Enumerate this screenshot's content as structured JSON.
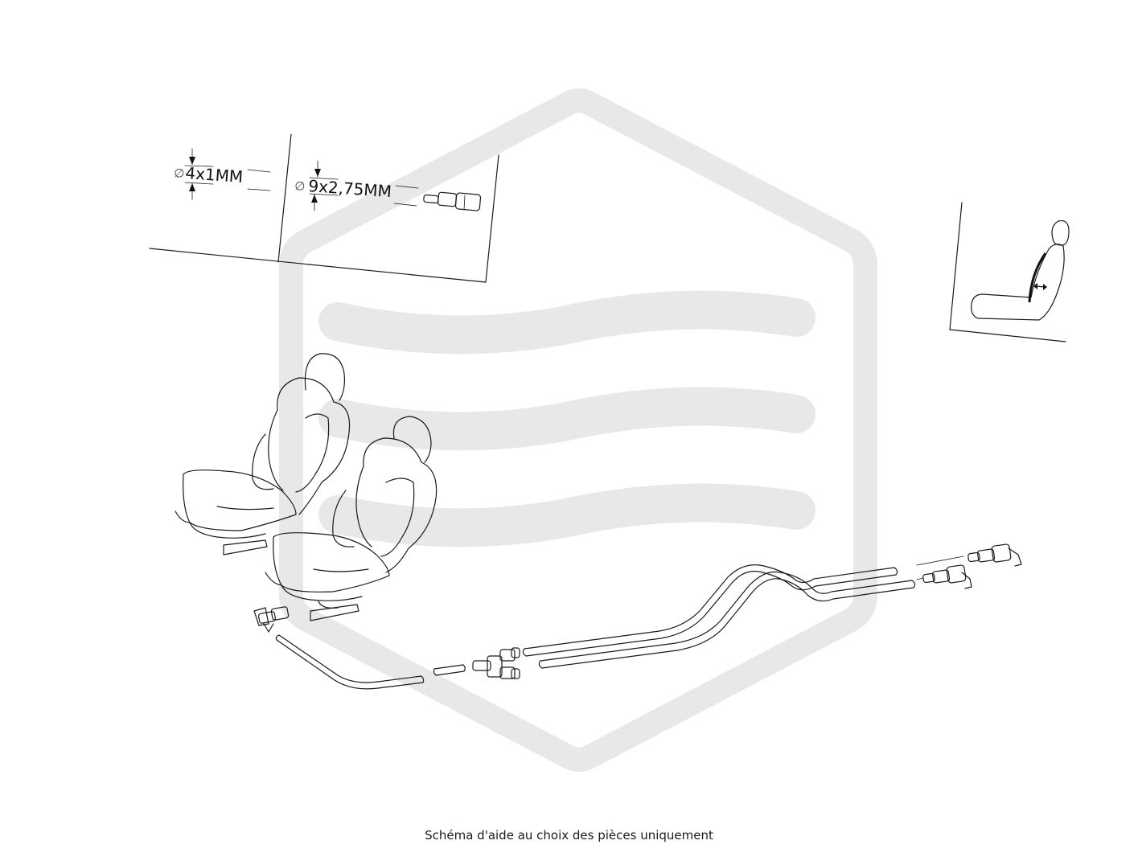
{
  "diagram": {
    "callouts": {
      "hose_small": {
        "symbol": "∅",
        "label": "4x1MM"
      },
      "hose_large": {
        "symbol": "∅",
        "label": "9x2,75MM"
      }
    },
    "caption": "Schéma d'aide au choix des pièces uniquement",
    "watermark": {
      "shape": "hexagon-waves-logo",
      "color": "#e8e8e8"
    },
    "icons": [
      "seat-lumbar-adjust-icon",
      "seats-illustration",
      "air-hose-assembly",
      "connector-fittings"
    ]
  }
}
